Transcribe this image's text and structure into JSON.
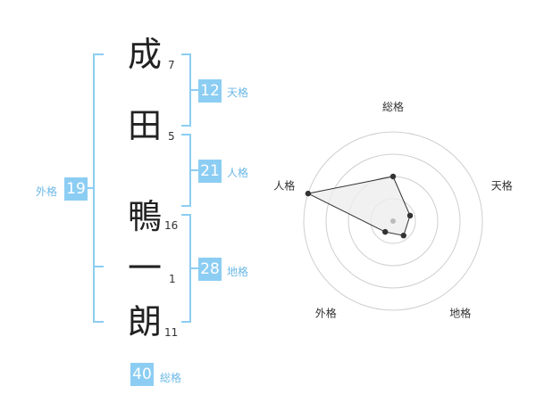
{
  "characters": [
    {
      "char": "成",
      "strokes": "7"
    },
    {
      "char": "田",
      "strokes": "5"
    },
    {
      "char": "鴨",
      "strokes": "16"
    },
    {
      "char": "一",
      "strokes": "1"
    },
    {
      "char": "朗",
      "strokes": "11"
    }
  ],
  "fortunes": {
    "tenkaku": {
      "value": "12",
      "label": "天格"
    },
    "jinkaku": {
      "value": "21",
      "label": "人格"
    },
    "chikaku": {
      "value": "28",
      "label": "地格"
    },
    "gaikaku": {
      "value": "19",
      "label": "外格"
    },
    "soukaku": {
      "value": "40",
      "label": "総格"
    }
  },
  "colors": {
    "accent": "#8ccdf3",
    "accent_text": "#6cb8e6",
    "radar_fill": "#eeeeee",
    "radar_line": "#333333"
  },
  "chart_data": {
    "type": "radar",
    "axes": [
      "総格",
      "天格",
      "地格",
      "外格",
      "人格"
    ],
    "values": [
      0.5,
      0.2,
      0.2,
      0.15,
      1.0
    ],
    "rings": 4
  }
}
